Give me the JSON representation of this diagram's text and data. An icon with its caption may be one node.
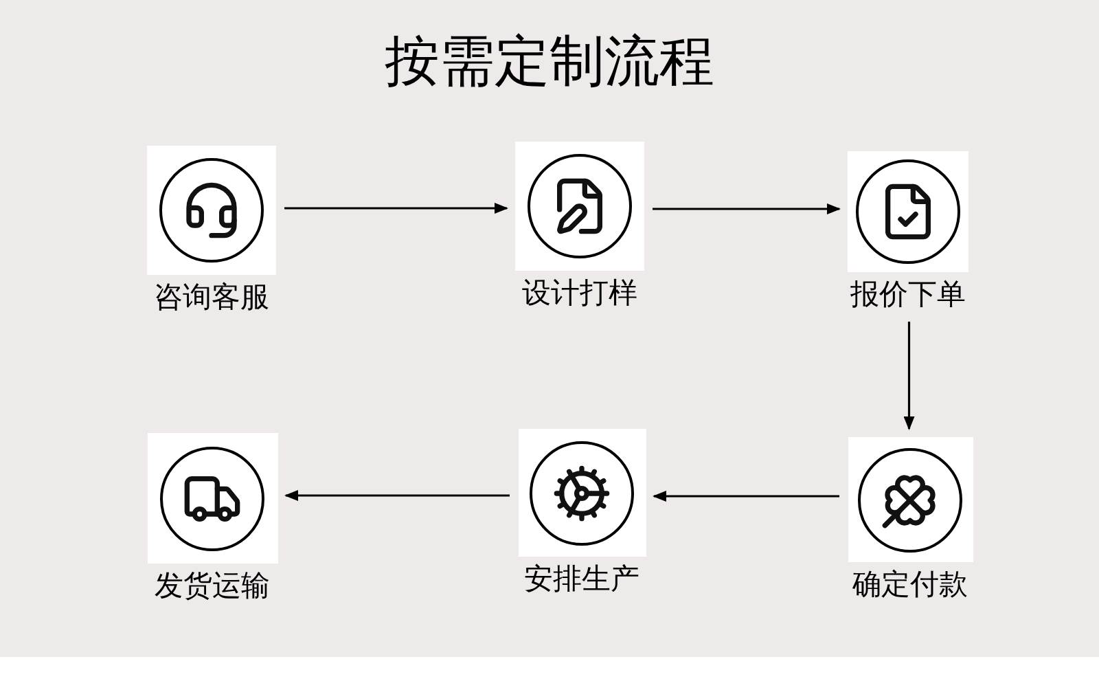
{
  "diagram": {
    "title": "按需定制流程",
    "nodes": [
      {
        "text": [
          "咨询客服"
        ]
      },
      {
        "text": [
          "设计打样"
        ]
      },
      {
        "text": [
          "报价下单"
        ]
      },
      {
        "text": [
          "确定付款"
        ]
      },
      {
        "text": [
          "安排生产"
        ]
      },
      {
        "text": [
          "发货运输"
        ]
      }
    ],
    "edges": [
      {
        "from": 0,
        "to": 1,
        "arrow": "to"
      },
      {
        "from": 1,
        "to": 2,
        "arrow": "to"
      },
      {
        "from": 2,
        "to": 3,
        "arrow": "to"
      },
      {
        "from": 3,
        "to": 4,
        "arrow": "to"
      },
      {
        "from": 4,
        "to": 5,
        "arrow": "to"
      }
    ]
  }
}
